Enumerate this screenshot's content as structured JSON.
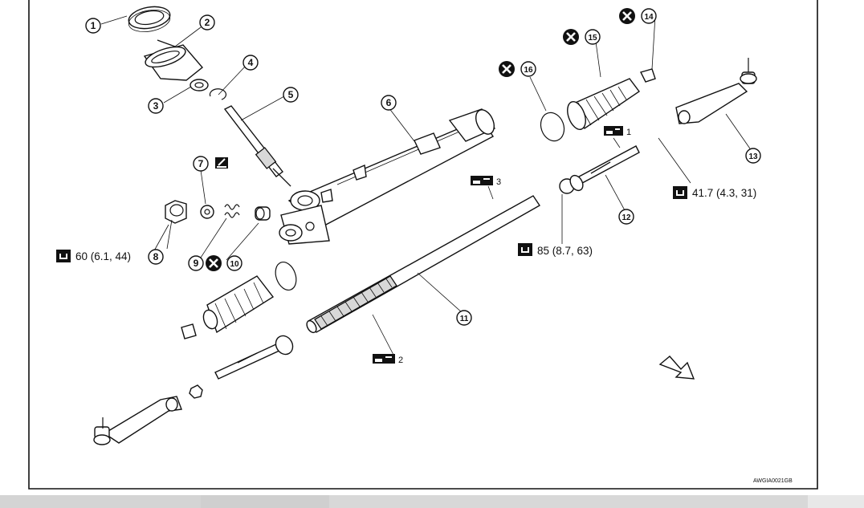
{
  "figure": {
    "code": "AWGIA0021GB"
  },
  "callouts": [
    {
      "num": "1"
    },
    {
      "num": "2"
    },
    {
      "num": "3"
    },
    {
      "num": "4"
    },
    {
      "num": "5"
    },
    {
      "num": "6"
    },
    {
      "num": "7"
    },
    {
      "num": "8"
    },
    {
      "num": "9"
    },
    {
      "num": "10"
    },
    {
      "num": "11"
    },
    {
      "num": "12"
    },
    {
      "num": "13"
    },
    {
      "num": "14"
    },
    {
      "num": "15"
    },
    {
      "num": "16"
    }
  ],
  "torque_specs": [
    {
      "text": "60 (6.1, 44)"
    },
    {
      "text": "85 (8.7, 63)"
    },
    {
      "text": "41.7 (4.3, 31)"
    }
  ],
  "grease_points": [
    {
      "num": "1"
    },
    {
      "num": "2"
    },
    {
      "num": "3"
    }
  ],
  "icons": {
    "non_reusable": "x-circle-icon",
    "torque": "torque-wrench-icon",
    "grease": "grease-icon",
    "sealant": "sealant-icon",
    "front_direction": "front-arrow-icon"
  }
}
